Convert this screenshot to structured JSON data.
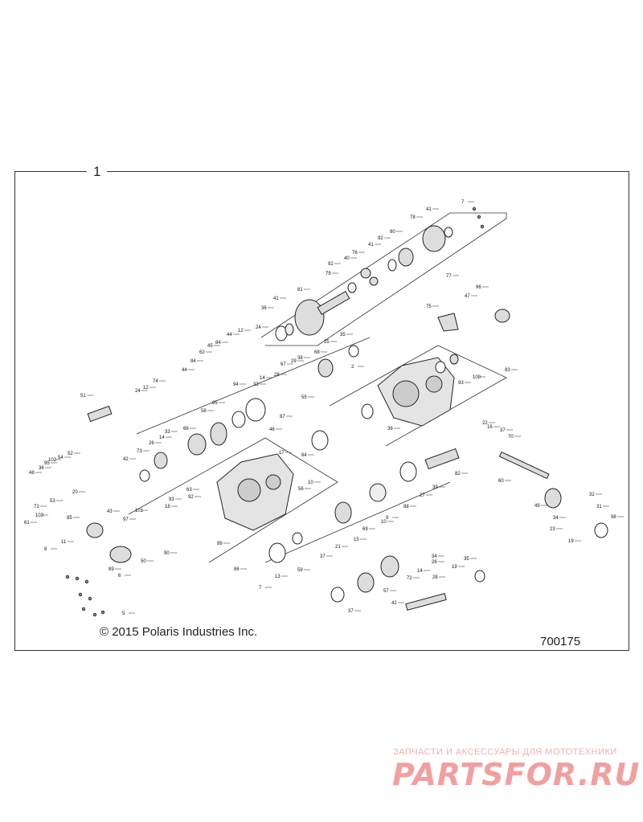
{
  "assembly_number": "1",
  "copyright": "© 2015 Polaris Industries Inc.",
  "diagram_id": "700175",
  "watermark": {
    "tagline": "ЗАПЧАСТИ И АКСЕССУАРЫ ДЛЯ МОТОТЕХНИКИ",
    "logo": "PARTSFOR.RU"
  },
  "callouts": [
    "7",
    "78",
    "41",
    "80",
    "92",
    "41",
    "77",
    "76",
    "40",
    "79",
    "92",
    "81",
    "36",
    "41",
    "24",
    "12",
    "44",
    "84",
    "62",
    "45",
    "44",
    "84",
    "12",
    "74",
    "24",
    "35",
    "25",
    "68",
    "38",
    "67",
    "29",
    "28",
    "14",
    "33",
    "94",
    "2",
    "83",
    "100",
    "93",
    "65",
    "58",
    "66",
    "14",
    "33",
    "26",
    "73",
    "42",
    "75",
    "47",
    "96",
    "51",
    "55",
    "87",
    "46",
    "64",
    "36",
    "22",
    "16",
    "37",
    "70",
    "17",
    "56",
    "10",
    "63",
    "92",
    "18",
    "93",
    "101",
    "97",
    "50",
    "89",
    "6",
    "90",
    "99",
    "86",
    "8",
    "5",
    "13",
    "7",
    "59",
    "37",
    "21",
    "15",
    "69",
    "10",
    "9",
    "88",
    "27",
    "39",
    "82",
    "60",
    "49",
    "34",
    "32",
    "31",
    "23",
    "19",
    "98",
    "34",
    "26",
    "14",
    "72",
    "57",
    "37",
    "42",
    "28",
    "19",
    "35",
    "52",
    "54",
    "102",
    "95",
    "36",
    "48",
    "20",
    "53",
    "85",
    "71",
    "103",
    "61",
    "11",
    "43",
    "91"
  ]
}
